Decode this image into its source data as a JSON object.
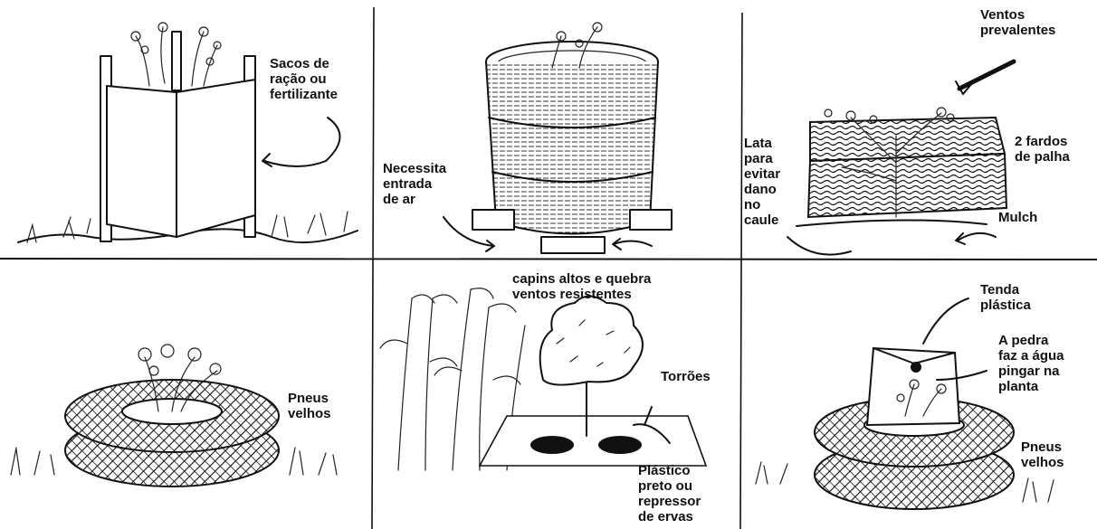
{
  "panels": {
    "feed_bags": {
      "label": "Sacos de\nração ou\nfertilizante"
    },
    "barrel": {
      "label": "Necessita\nentrada\nde ar"
    },
    "straw": {
      "wind_label": "Ventos\nprevalentes",
      "bales_label": "2 fardos\nde palha",
      "can_label": "Lata\npara\nevitar\ndano\nno\ncaule",
      "mulch_label": "Mulch"
    },
    "tires": {
      "label": "Pneus\nvelhos"
    },
    "windbreak": {
      "grass_label": "capins altos e quebra\nventos resistentes",
      "clods_label": "Torrões",
      "plastic_label": "Plástico\npreto ou\nrepressor\nde ervas"
    },
    "tent": {
      "tent_label": "Tenda\nplástica",
      "stone_label": "A pedra\nfaz a água\npingar na\nplanta",
      "tires_label": "Pneus\nvelhos"
    }
  }
}
